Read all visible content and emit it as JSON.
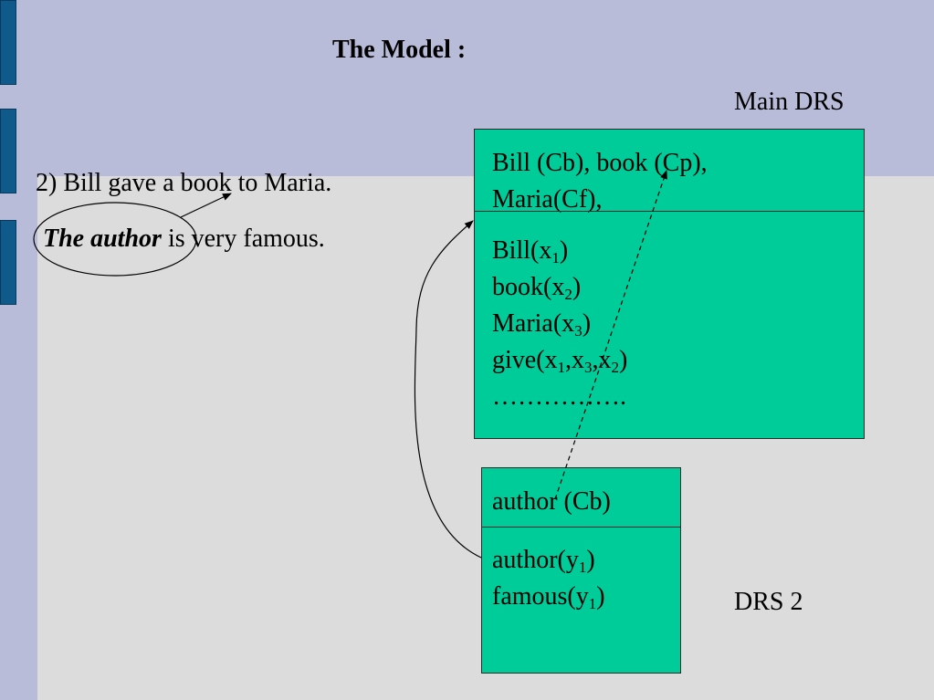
{
  "title": "The Model :",
  "main_drs_label": "Main DRS",
  "drs2_label": "DRS 2",
  "sentence1": "2) Bill gave a book to Maria.",
  "sentence2": {
    "emphasis": "The author",
    "rest": " is very famous."
  },
  "main_drs": {
    "header": [
      "Bill (Cb), book (Cp),",
      "Maria(Cf),"
    ],
    "conditions": [
      {
        "pred": "Bill(x",
        "sub": "1",
        "tail": ")"
      },
      {
        "pred": "book(x",
        "sub": "2",
        "tail": ")"
      },
      {
        "pred": "Maria(x",
        "sub": "3",
        "tail": ")"
      },
      {
        "pred": "give(x",
        "args": [
          "1",
          "3",
          "2"
        ],
        "tail": ")"
      },
      {
        "text": "……………."
      }
    ]
  },
  "drs2": {
    "header": "author (Cb)",
    "conditions": [
      {
        "pred": "author(y",
        "sub": "1",
        "tail": ")"
      },
      {
        "pred": "famous(y",
        "sub": "1",
        "tail": ")"
      }
    ]
  },
  "colors": {
    "band": "#b8bcd8",
    "background": "#dcdcdc",
    "tab": "#0f5a8a",
    "box": "#00cc99"
  }
}
